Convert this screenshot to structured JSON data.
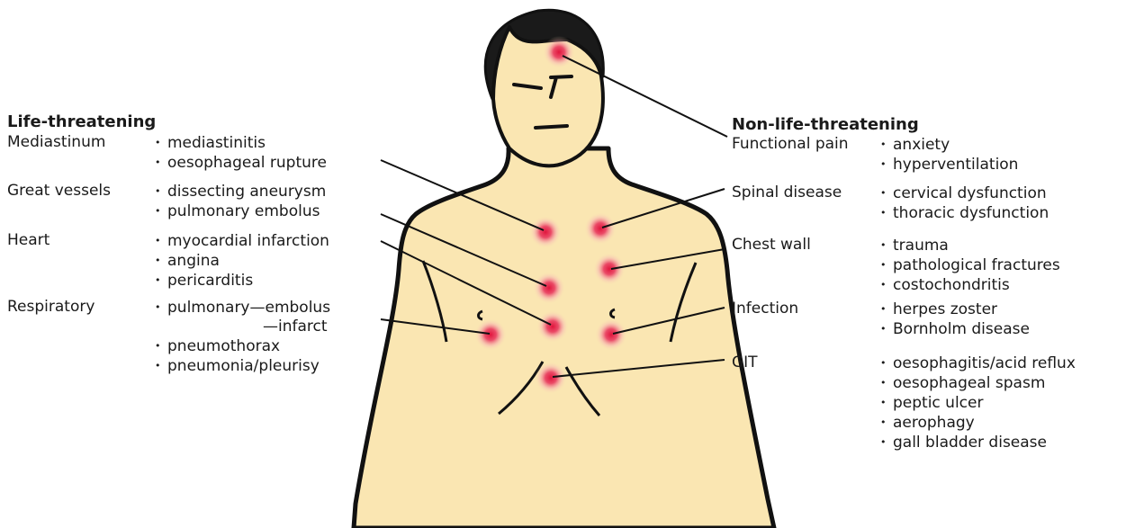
{
  "colors": {
    "skin": "#fae6b2",
    "outline": "#111111",
    "pain": "#e0153c"
  },
  "left": {
    "title": "Life-threatening",
    "groups": [
      {
        "category": "Mediastinum",
        "items": [
          "mediastinitis",
          "oesophageal rupture"
        ]
      },
      {
        "category": "Great vessels",
        "items": [
          "dissecting aneurysm",
          "pulmonary embolus"
        ]
      },
      {
        "category": "Heart",
        "items": [
          "myocardial infarction",
          "angina",
          "pericarditis"
        ]
      },
      {
        "category": "Respiratory",
        "items": [
          "pulmonary—embolus",
          "—infarct",
          "pneumothorax",
          "pneumonia/pleurisy"
        ]
      }
    ]
  },
  "right": {
    "title": "Non-life-threatening",
    "groups": [
      {
        "category": "Functional pain",
        "items": [
          "anxiety",
          "hyperventilation"
        ]
      },
      {
        "category": "Spinal disease",
        "items": [
          "cervical dysfunction",
          "thoracic dysfunction"
        ]
      },
      {
        "category": "Chest wall",
        "items": [
          "trauma",
          "pathological fractures",
          "costochondritis"
        ]
      },
      {
        "category": "Infection",
        "items": [
          "herpes zoster",
          "Bornholm disease"
        ]
      },
      {
        "category": "GIT",
        "items": [
          "oesophagitis/acid reflux",
          "oesophageal spasm",
          "peptic ulcer",
          "aerophagy",
          "gall bladder disease"
        ]
      }
    ]
  }
}
